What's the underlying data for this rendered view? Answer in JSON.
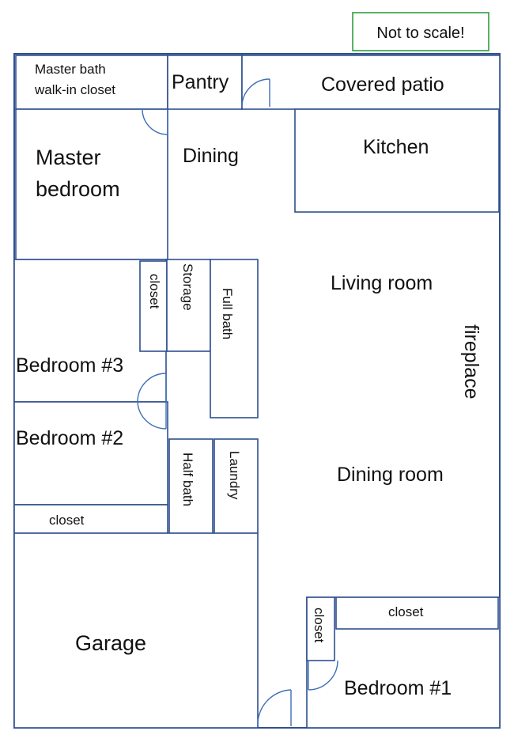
{
  "note": "Not to scale!",
  "colors": {
    "walls": "#2f4f8f",
    "doors": "#3d6fb8",
    "note_border": "#2e9e3e"
  },
  "rooms": {
    "master_closet_line1": "Master bath",
    "master_closet_line2": "walk-in closet",
    "pantry": "Pantry",
    "covered_patio": "Covered patio",
    "master_bedroom_line1": "Master",
    "master_bedroom_line2": "bedroom",
    "dining": "Dining",
    "kitchen": "Kitchen",
    "closet_bed3": "closet",
    "storage": "Storage",
    "full_bath": "Full bath",
    "living_room": "Living room",
    "fireplace": "fireplace",
    "bedroom3": "Bedroom #3",
    "bedroom2": "Bedroom #2",
    "half_bath": "Half bath",
    "laundry": "Laundry",
    "dining_room": "Dining room",
    "closet_bed2": "closet",
    "garage": "Garage",
    "closet_bed1_side": "closet",
    "closet_bed1_top": "closet",
    "bedroom1": "Bedroom #1"
  }
}
